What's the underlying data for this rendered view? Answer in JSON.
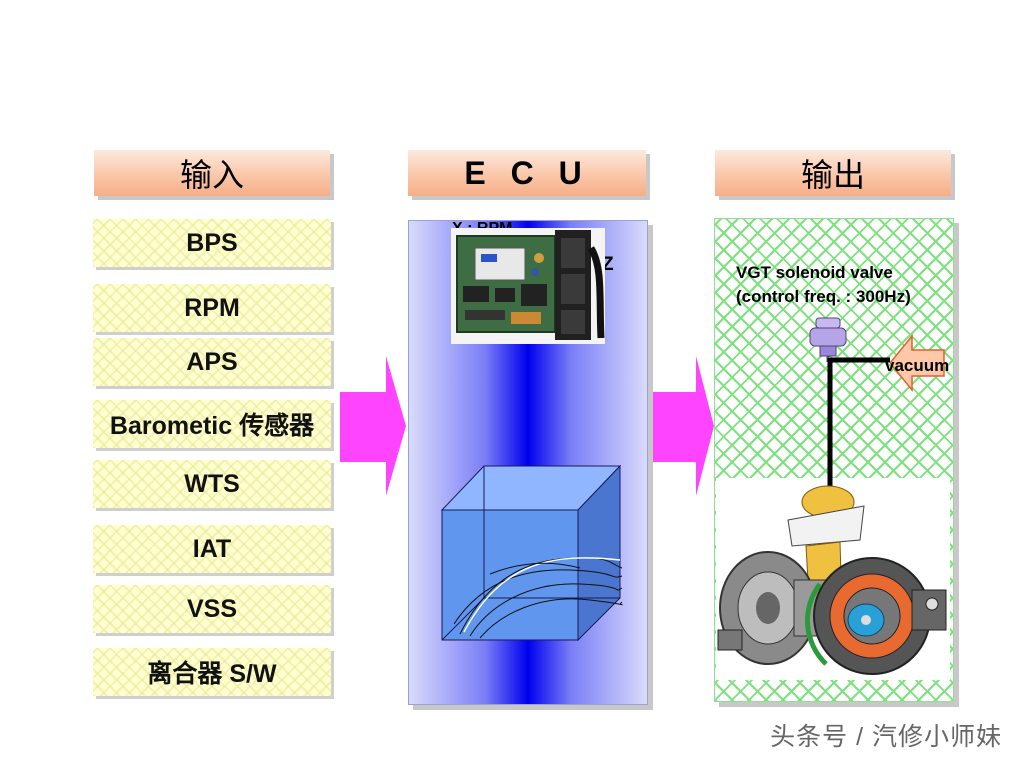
{
  "headers": {
    "input": "输入",
    "ecu": "E C U",
    "output": "输出"
  },
  "inputs": [
    "BPS",
    "RPM",
    "APS",
    "Barometic 传感器",
    "WTS",
    "IAT",
    "VSS",
    "离合器  S/W"
  ],
  "ecu": {
    "partial_label_1": "X : RPM",
    "partial_label_2": "Z"
  },
  "output": {
    "valve_label": "VGT solenoid valve",
    "valve_freq": "(control freq. : 300Hz)",
    "vacuum_label": "vacuum"
  },
  "watermark": "头条号 / 汽修小师妹",
  "colors": {
    "arrow": "#ff44ff",
    "header": "#f8b896",
    "input_bg": "#ffffd0",
    "ecu_blue": "#0000ee",
    "output_hatch": "#7fe07f"
  }
}
